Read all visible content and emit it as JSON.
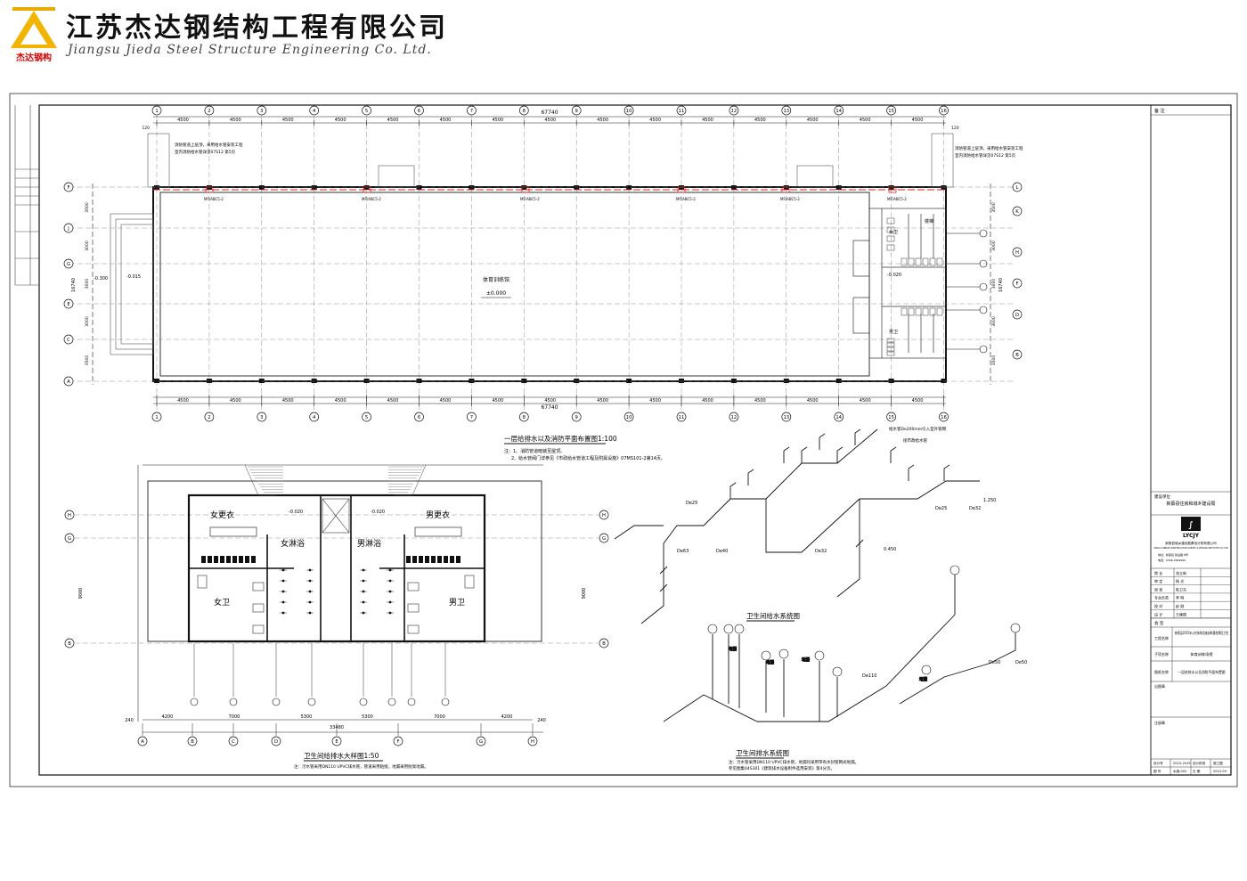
{
  "header": {
    "logo_text": "杰达钢构",
    "company_cn": "江苏杰达钢结构工程有限公司",
    "company_en": "Jiangsu Jieda Steel Structure Engineering Co. Ltd."
  },
  "plan": {
    "total_dim": "67740",
    "bay_dim": "4500",
    "end_dim": "120",
    "column_labels": [
      "1",
      "2",
      "3",
      "4",
      "5",
      "6",
      "7",
      "8",
      "9",
      "10",
      "11",
      "12",
      "13",
      "14",
      "15",
      "16"
    ],
    "row_labels_left": [
      "F",
      "J",
      "G",
      "E",
      "C",
      "A"
    ],
    "row_labels_right": [
      "L",
      "K",
      "H",
      "F",
      "D",
      "B"
    ],
    "row_dims": [
      "3500",
      "3000",
      "3000",
      "3000",
      "3500"
    ],
    "overall_row_dim": "16740",
    "hall_label": "体育训练馆",
    "hall_elevation": "±0.000",
    "elev_neg": "-0.300",
    "elev_neg2": "-0.015",
    "elev_neg3": "-0.020",
    "hydrant_label": "MF/ABC5-2",
    "pipe_note_1": "消防管道上层顶，采用给水管安装工程",
    "pipe_note_2": "室内消防给水管详见07S12 第5页",
    "room_stair": "楼梯",
    "room_toilet_w": "女卫",
    "room_toilet_m": "男卫",
    "title": "一层给排水以及消防平面布置图1:100",
    "note_1": "注：1、消防管道暗装至屋顶。",
    "note_2": "2、给水管阀门详参见《市政给水管道工程及附属设施》07MS101-2第14页。"
  },
  "detail": {
    "room_w_change": "女更衣",
    "room_m_change": "男更衣",
    "room_w_shower": "女淋浴",
    "room_m_shower": "男淋浴",
    "room_w_toilet": "女卫",
    "room_m_toilet": "男卫",
    "elev": "-0.020",
    "col_labels": [
      "A",
      "B",
      "C",
      "D",
      "E",
      "F",
      "G",
      "H"
    ],
    "row_labels": [
      "H",
      "G",
      "B"
    ],
    "dims_bottom": [
      "4200",
      "7000",
      "5300",
      "5300",
      "7000",
      "4200"
    ],
    "dim_total": "33480",
    "end_dim": "240",
    "height_dim": "9000",
    "title": "卫生间给排水大样图1:50",
    "note": "注：污水管采用DN110 UPVC排水管，管道采用粘接，地漏采用防臭地漏。"
  },
  "supply_iso": {
    "title": "卫生间给水系统图",
    "pipe_de25": "De25",
    "pipe_de32": "De32",
    "pipe_de40": "De40",
    "pipe_de63": "De63",
    "elev_1": "1.250",
    "elev_2": "0.450",
    "supply_note": "给水管De200mm引入室外管网",
    "supply_note2": "接市政给水管"
  },
  "drain_iso": {
    "title": "卫生间排水系统图",
    "pipe_de50": "De50",
    "pipe_de110": "De110",
    "fixture": "地漏",
    "note_1": "注：污水管采用DN110 UPVC排水管，地漏均采用带有水封管网式地漏。",
    "note_2": "参见图集04S301《建筑排水设备附件选用安装》第4分页。"
  },
  "title_block": {
    "remarks": "备 注",
    "client_label": "建设单位",
    "client": "新蔡县住房和城乡建设局",
    "design_logo": "LYCJY",
    "design_company": "新蔡县城乡建设勘察设计院有限公司",
    "design_company_en": "XINCAI URBAN CONSTRUCTION SURVEY & DESIGN INSTITUTE CO.,LTD",
    "address": "地址：新蔡县 建设路 8号",
    "phone": "电话：0396-2969999",
    "roles": [
      {
        "role": "院 长",
        "name": "张立新"
      },
      {
        "role": "审 定",
        "name": "杨 光"
      },
      {
        "role": "审 核",
        "name": "陈卫东"
      },
      {
        "role": "专业负责",
        "name": "李 明"
      },
      {
        "role": "校 对",
        "name": "赵 刚"
      },
      {
        "role": "设 计",
        "name": "王建国"
      }
    ],
    "seal_label": "会 签",
    "project_label": "工程名称",
    "project": "新蔡县2015年公共体育设施训练基地建设工程",
    "sub_label": "子项名称",
    "sub": "体育训练场馆",
    "drawing_label": "图纸名称",
    "drawing": "一层给排水以及消防平面布置图",
    "stamp_label": "出图章",
    "reg_label": "注册章",
    "dn_label": "设计号",
    "dn": "2015-2019",
    "stage_label": "设计阶段",
    "stage": "施工图",
    "no_label": "图 号",
    "no": "水施-002",
    "date_label": "日 期",
    "date": "2015.09"
  }
}
